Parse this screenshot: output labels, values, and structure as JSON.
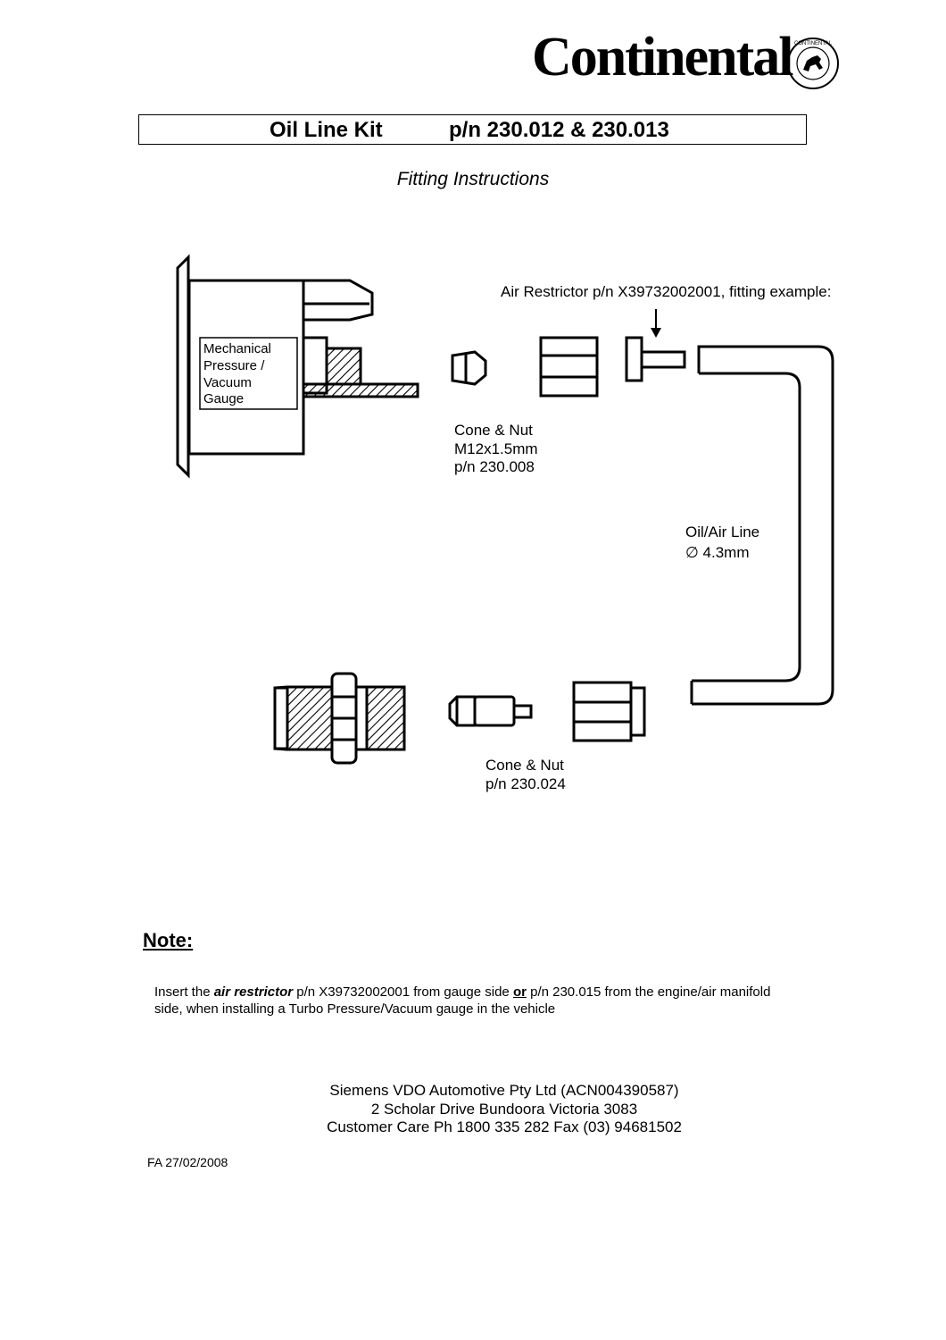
{
  "header": {
    "brand": "Continental",
    "seal_text": "CONTINENTAL"
  },
  "title_bar": {
    "product": "Oil Line Kit",
    "part_numbers": "p/n 230.012 & 230.013"
  },
  "subtitle": "Fitting Instructions",
  "diagram": {
    "gauge_label_lines": [
      "Mechanical",
      "Pressure /",
      "Vacuum",
      "Gauge"
    ],
    "air_restrictor_label": "Air Restrictor p/n X39732002001, fitting example:",
    "cone_nut_top_lines": [
      "Cone & Nut",
      "M12x1.5mm",
      "p/n 230.008"
    ],
    "oil_line_lines": [
      "Oil/Air Line",
      "∅ 4.3mm"
    ],
    "cone_nut_bottom_lines": [
      "Cone & Nut",
      "p/n 230.024"
    ]
  },
  "note": {
    "heading": "Note:",
    "text_before": "Insert the ",
    "emphasis": "air restrictor",
    "text_middle": " p/n X39732002001 from gauge side ",
    "or_word": "or",
    "text_after": " p/n 230.015 from the engine/air manifold side, when installing a Turbo Pressure/Vacuum gauge in the vehicle"
  },
  "footer": {
    "company": "Siemens VDO Automotive Pty Ltd  (ACN004390587)",
    "address": "2 Scholar Drive  Bundoora  Victoria 3083",
    "contact": "Customer Care Ph 1800 335 282  Fax (03) 94681502"
  },
  "doc_code": "FA 27/02/2008"
}
